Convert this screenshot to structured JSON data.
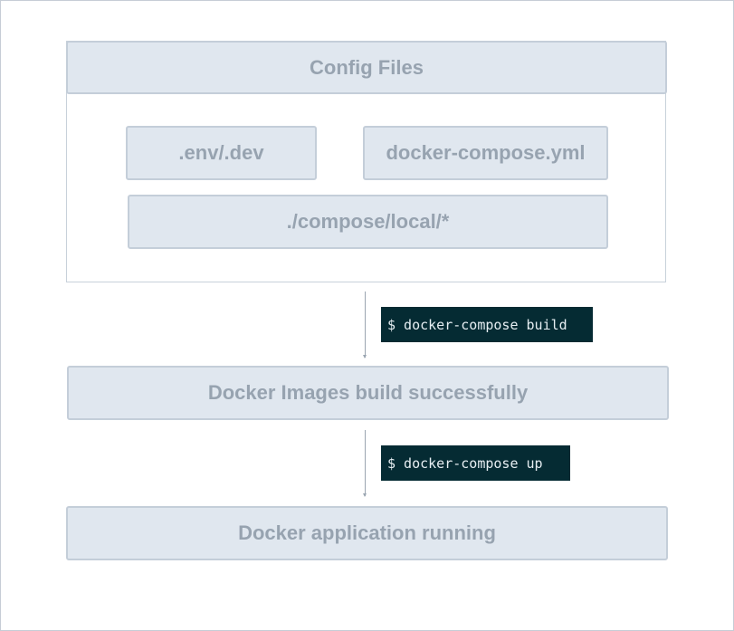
{
  "config_group": {
    "title": "Config Files",
    "files": [
      ".env/.dev",
      "docker-compose.yml",
      "./compose/local/*"
    ]
  },
  "steps": [
    {
      "command": "$ docker-compose build"
    },
    {
      "command": "$ docker-compose up"
    }
  ],
  "stages": [
    "Docker Images build successfully",
    "Docker application running"
  ],
  "colors": {
    "box_fill": "#e0e7ef",
    "box_border": "#c4ced9",
    "box_text": "#97a3b0",
    "command_bg": "#052b33",
    "command_text": "#e6eef2",
    "connector": "#9aa5b1"
  }
}
